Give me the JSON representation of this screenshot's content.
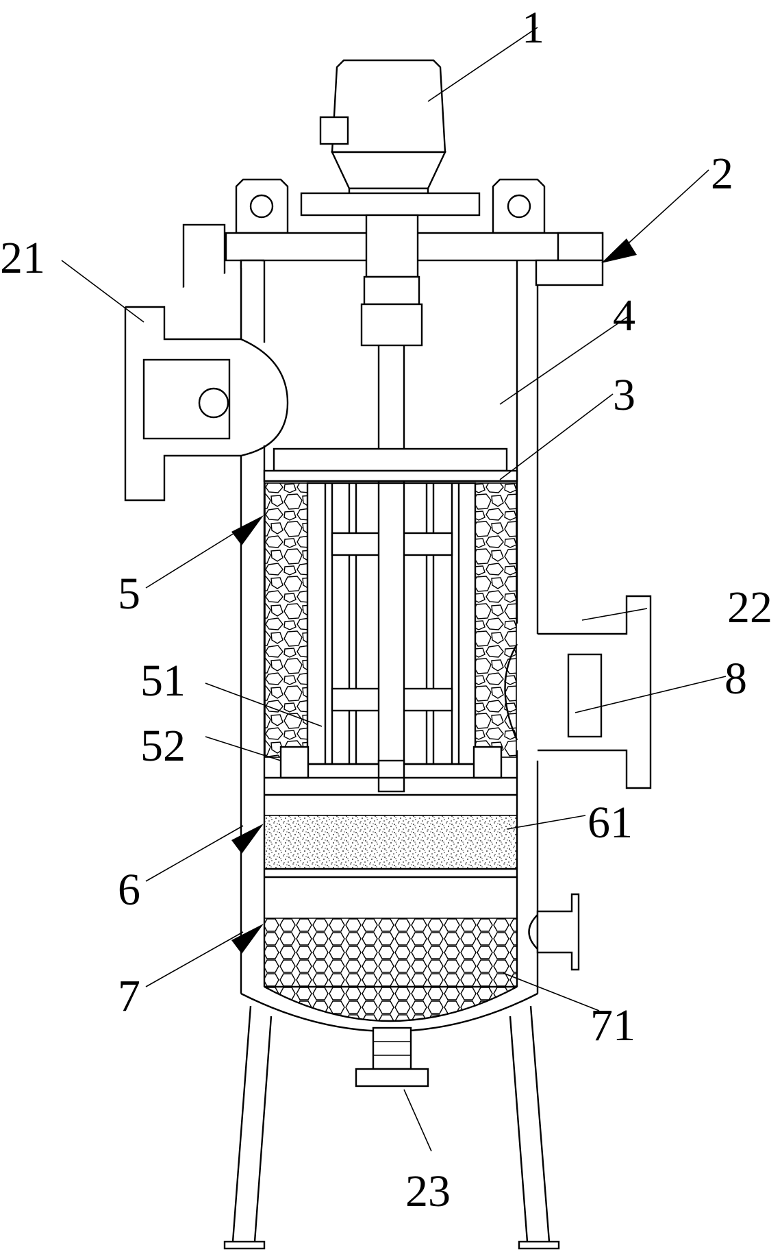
{
  "figure": {
    "labels": [
      {
        "id": "label-1",
        "text": "1"
      },
      {
        "id": "label-2",
        "text": "2"
      },
      {
        "id": "label-21",
        "text": "21"
      },
      {
        "id": "label-4",
        "text": "4"
      },
      {
        "id": "label-3",
        "text": "3"
      },
      {
        "id": "label-5",
        "text": "5"
      },
      {
        "id": "label-22",
        "text": "22"
      },
      {
        "id": "label-8",
        "text": "8"
      },
      {
        "id": "label-51",
        "text": "51"
      },
      {
        "id": "label-52",
        "text": "52"
      },
      {
        "id": "label-61",
        "text": "61"
      },
      {
        "id": "label-6",
        "text": "6"
      },
      {
        "id": "label-7",
        "text": "7"
      },
      {
        "id": "label-71",
        "text": "71"
      },
      {
        "id": "label-23",
        "text": "23"
      }
    ]
  }
}
